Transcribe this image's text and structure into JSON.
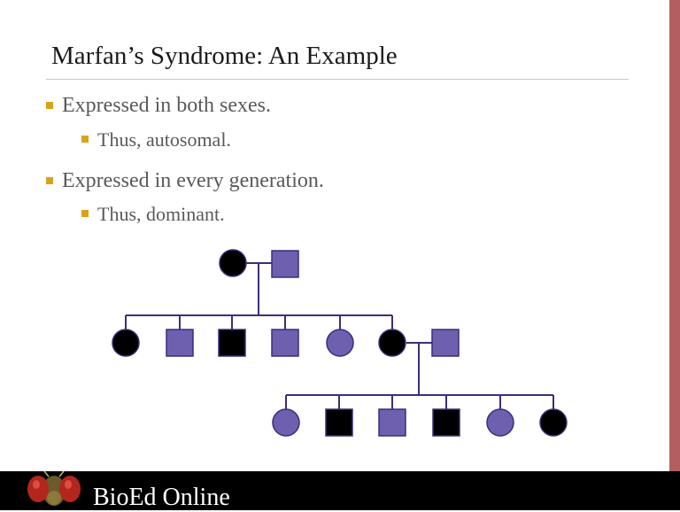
{
  "slide": {
    "title": "Marfan’s Syndrome: An Example",
    "bullets": [
      {
        "text": "Expressed in both sexes.",
        "sub": "Thus, autosomal."
      },
      {
        "text": "Expressed in every generation.",
        "sub": "Thus, dominant."
      }
    ]
  },
  "pedigree": {
    "affected_color": "#000000",
    "unaffected_color": "#6f5faf",
    "line_color": "#3b2f7a",
    "generation_1": [
      "affected-female",
      "unaffected-male"
    ],
    "generation_2": [
      "affected-female",
      "unaffected-male",
      "affected-male",
      "unaffected-male",
      "unaffected-female",
      "affected-female",
      "unaffected-male-spouse"
    ],
    "generation_3": [
      "unaffected-female",
      "affected-male",
      "unaffected-male",
      "affected-male",
      "unaffected-female",
      "affected-female"
    ]
  },
  "footer": {
    "brand": "BioEd Online",
    "logo_icon": "fruit-fly-head-icon"
  },
  "colors": {
    "bullet": "#d9a21b",
    "accent_edge": "#b35f5f",
    "footer_bg": "#000000"
  }
}
